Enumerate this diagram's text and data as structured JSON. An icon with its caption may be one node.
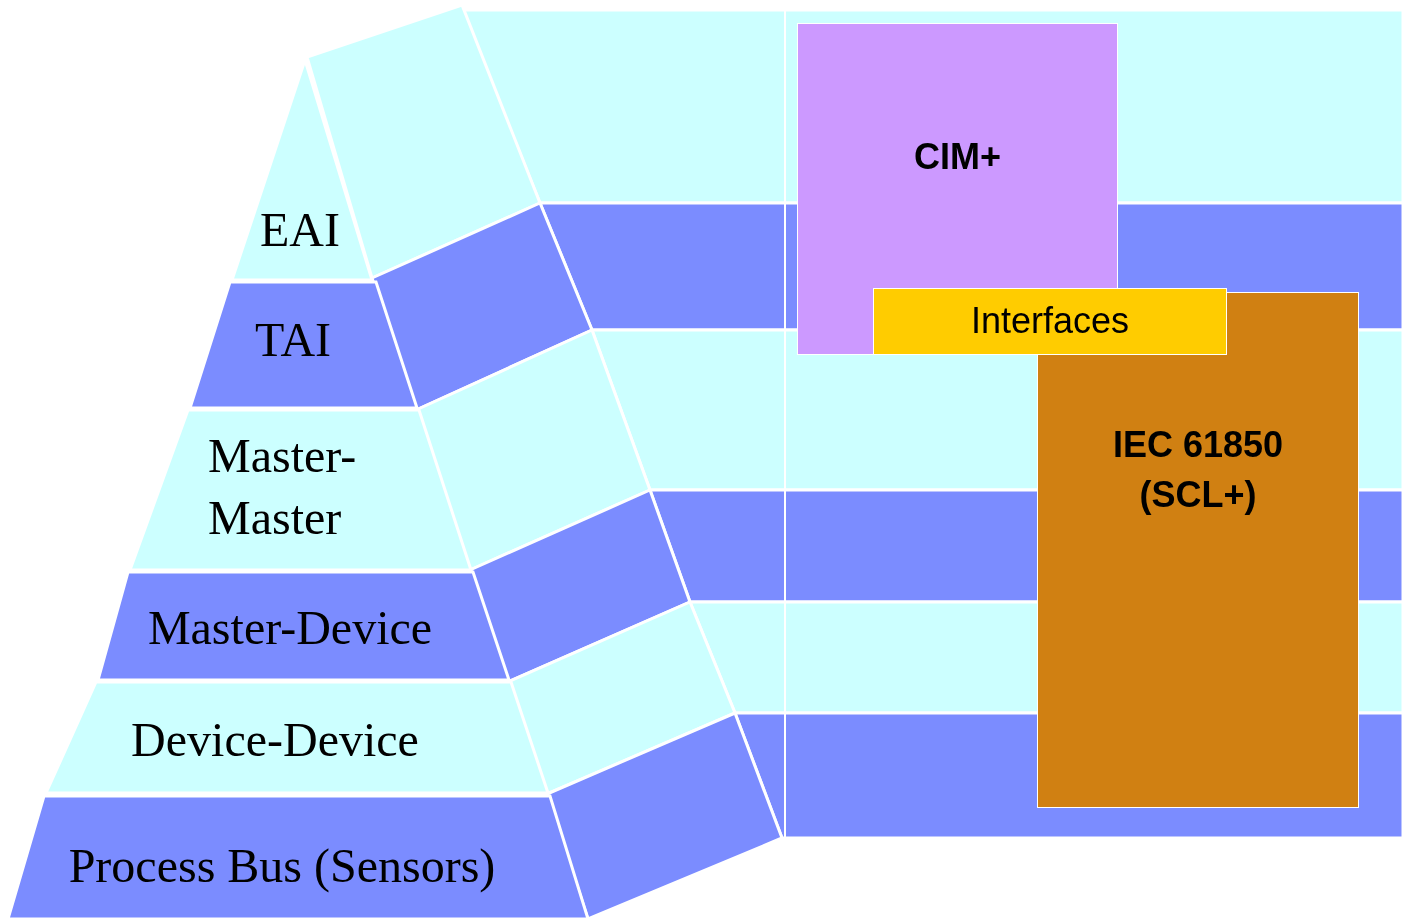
{
  "diagram": {
    "nodes": [
      {
        "text": [
          "EAI"
        ]
      },
      {
        "text": [
          "TAI"
        ]
      },
      {
        "text": [
          "Master- Master"
        ]
      },
      {
        "text": [
          "Master-Device"
        ]
      },
      {
        "text": [
          "Device-Device"
        ]
      },
      {
        "text": [
          "Process Bus (Sensors)"
        ]
      },
      {
        "text": [
          "CIM+"
        ]
      },
      {
        "text": [
          "Interfaces"
        ]
      },
      {
        "text": [
          "IEC 61850 (SCL+)"
        ]
      }
    ],
    "edges": []
  }
}
